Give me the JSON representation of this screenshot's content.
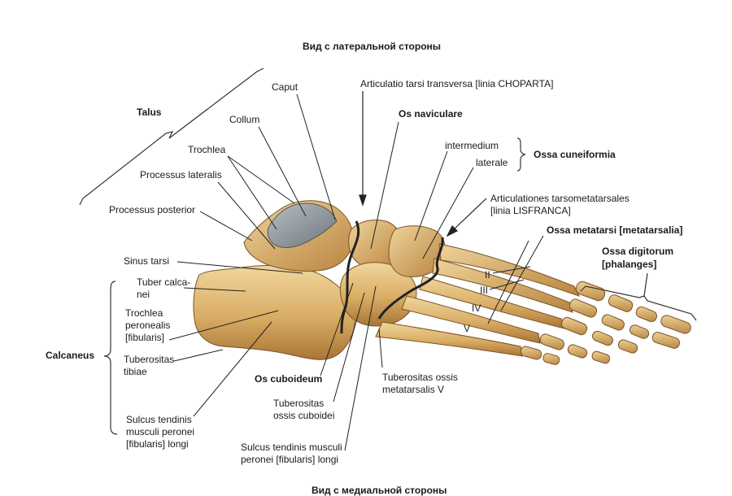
{
  "titles": {
    "top": "Вид с латеральной стороны",
    "bottom": "Вид с медиальной стороны"
  },
  "labels": {
    "talus": "Talus",
    "caput": "Caput",
    "collum": "Collum",
    "trochlea": "Trochlea",
    "processus_lateralis": "Processus lateralis",
    "processus_posterior": "Processus posterior",
    "sinus_tarsi": "Sinus tarsi",
    "tuber_calcanei_1": "Tuber calca-",
    "tuber_calcanei_2": "nei",
    "trochlea_peronealis_1": "Trochlea",
    "trochlea_peronealis_2": "peronealis",
    "trochlea_peronealis_3": "[fibularis]",
    "calcaneus": "Calcaneus",
    "tuberositas_tibiae_1": "Tuberositas",
    "tuberositas_tibiae_2": "tibiae",
    "sulcus_longi_1": "Sulcus tendinis",
    "sulcus_longi_2": "musculi peronei",
    "sulcus_longi_3": "[fibularis] longi",
    "os_cuboideum": "Os cuboideum",
    "tuberositas_cuboidei_1": "Tuberositas",
    "tuberositas_cuboidei_2": "ossis cuboidei",
    "sulcus_musculi_1": "Sulcus tendinis musculi",
    "sulcus_musculi_2": "peronei [fibularis] longi",
    "articulatio_choparta": "Articulatio tarsi transversa [linia CHOPARTA]",
    "os_naviculare": "Os naviculare",
    "intermedium": "intermedium",
    "laterale": "laterale",
    "ossa_cuneiformia": "Ossa cuneiformia",
    "articulationes_1": "Articulationes tarsometatarsales",
    "articulationes_2": "[linia LISFRANCA]",
    "ossa_metatarsi": "Ossa metatarsi [metatarsalia]",
    "ossa_digitorum_1": "Ossa digitorum",
    "ossa_digitorum_2": "[phalanges]",
    "num_ii": "II",
    "num_iii": "III",
    "num_iv": "IV",
    "num_v": "V",
    "tuberositas_metatarsalis_1": "Tuberositas ossis",
    "tuberositas_metatarsalis_2": "metatarsalis V"
  },
  "colors": {
    "bone_light": "#e8c98a",
    "bone_mid": "#d6a85e",
    "bone_dark": "#a9773a",
    "cartilage": "#8d949a",
    "joint_line": "#222222",
    "leader": "#222222"
  }
}
